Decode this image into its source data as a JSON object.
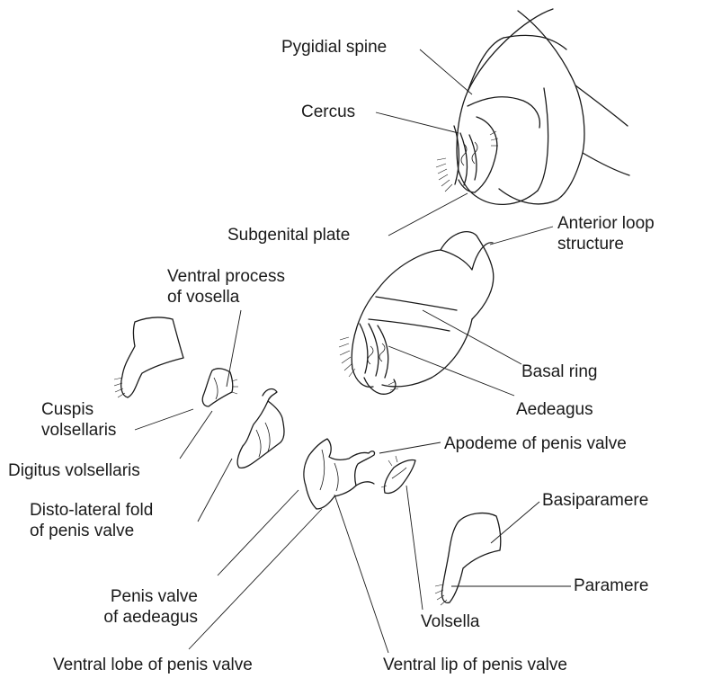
{
  "labels": {
    "pygidial_spine": "Pygidial spine",
    "cercus": "Cercus",
    "subgenital_plate": "Subgenital plate",
    "anterior_loop_1": "Anterior loop",
    "anterior_loop_2": "structure",
    "ventral_process_1": "Ventral process",
    "ventral_process_2": "of vosella",
    "basal_ring": "Basal ring",
    "aedeagus": "Aedeagus",
    "cuspis_1": "Cuspis",
    "cuspis_2": "volsellaris",
    "digitus": "Digitus volsellaris",
    "apodeme": "Apodeme of penis valve",
    "basiparamere": "Basiparamere",
    "disto_lateral_1": "Disto-lateral fold",
    "disto_lateral_2": "of penis valve",
    "penis_valve_1": "Penis valve",
    "penis_valve_2": "of aedeagus",
    "paramere": "Paramere",
    "volsella": "Volsella",
    "ventral_lobe": "Ventral lobe of penis valve",
    "ventral_lip": "Ventral lip of penis valve"
  }
}
